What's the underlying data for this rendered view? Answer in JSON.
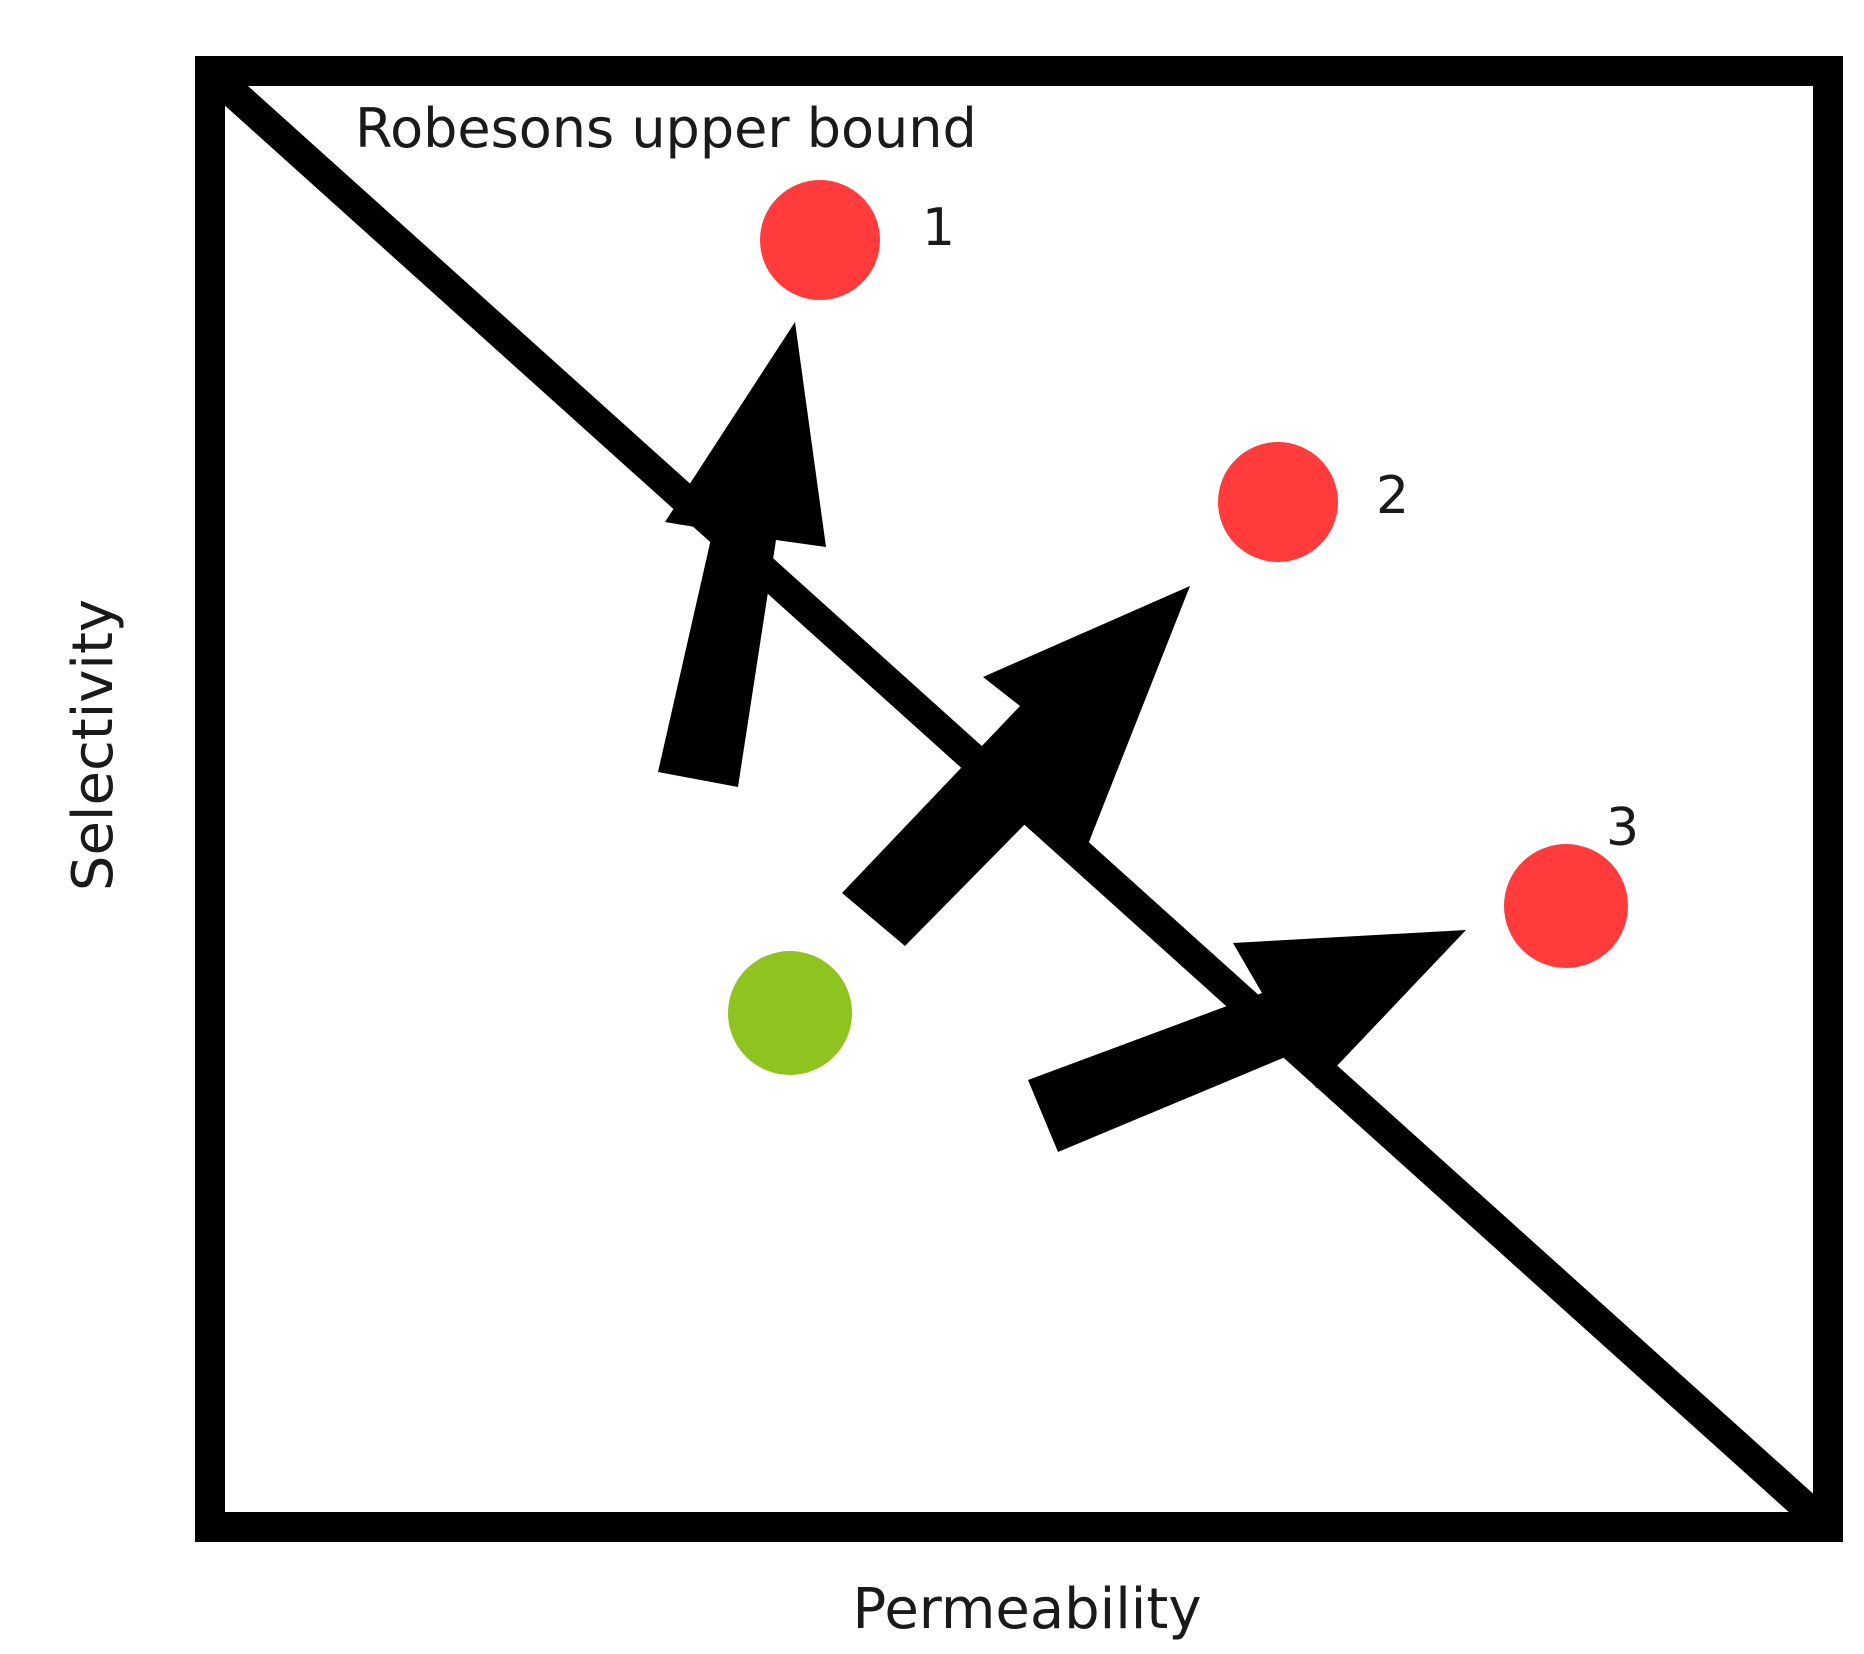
{
  "diagram": {
    "boundary_label": "Robesons upper bound",
    "x_axis_label": "Permeability",
    "y_axis_label": "Selectivity",
    "point_labels": [
      "1",
      "2",
      "3"
    ]
  },
  "colors": {
    "frame": "#000000",
    "target_points": "#ff3b3b",
    "start_point": "#8fc31f",
    "arrows": "#000000"
  }
}
